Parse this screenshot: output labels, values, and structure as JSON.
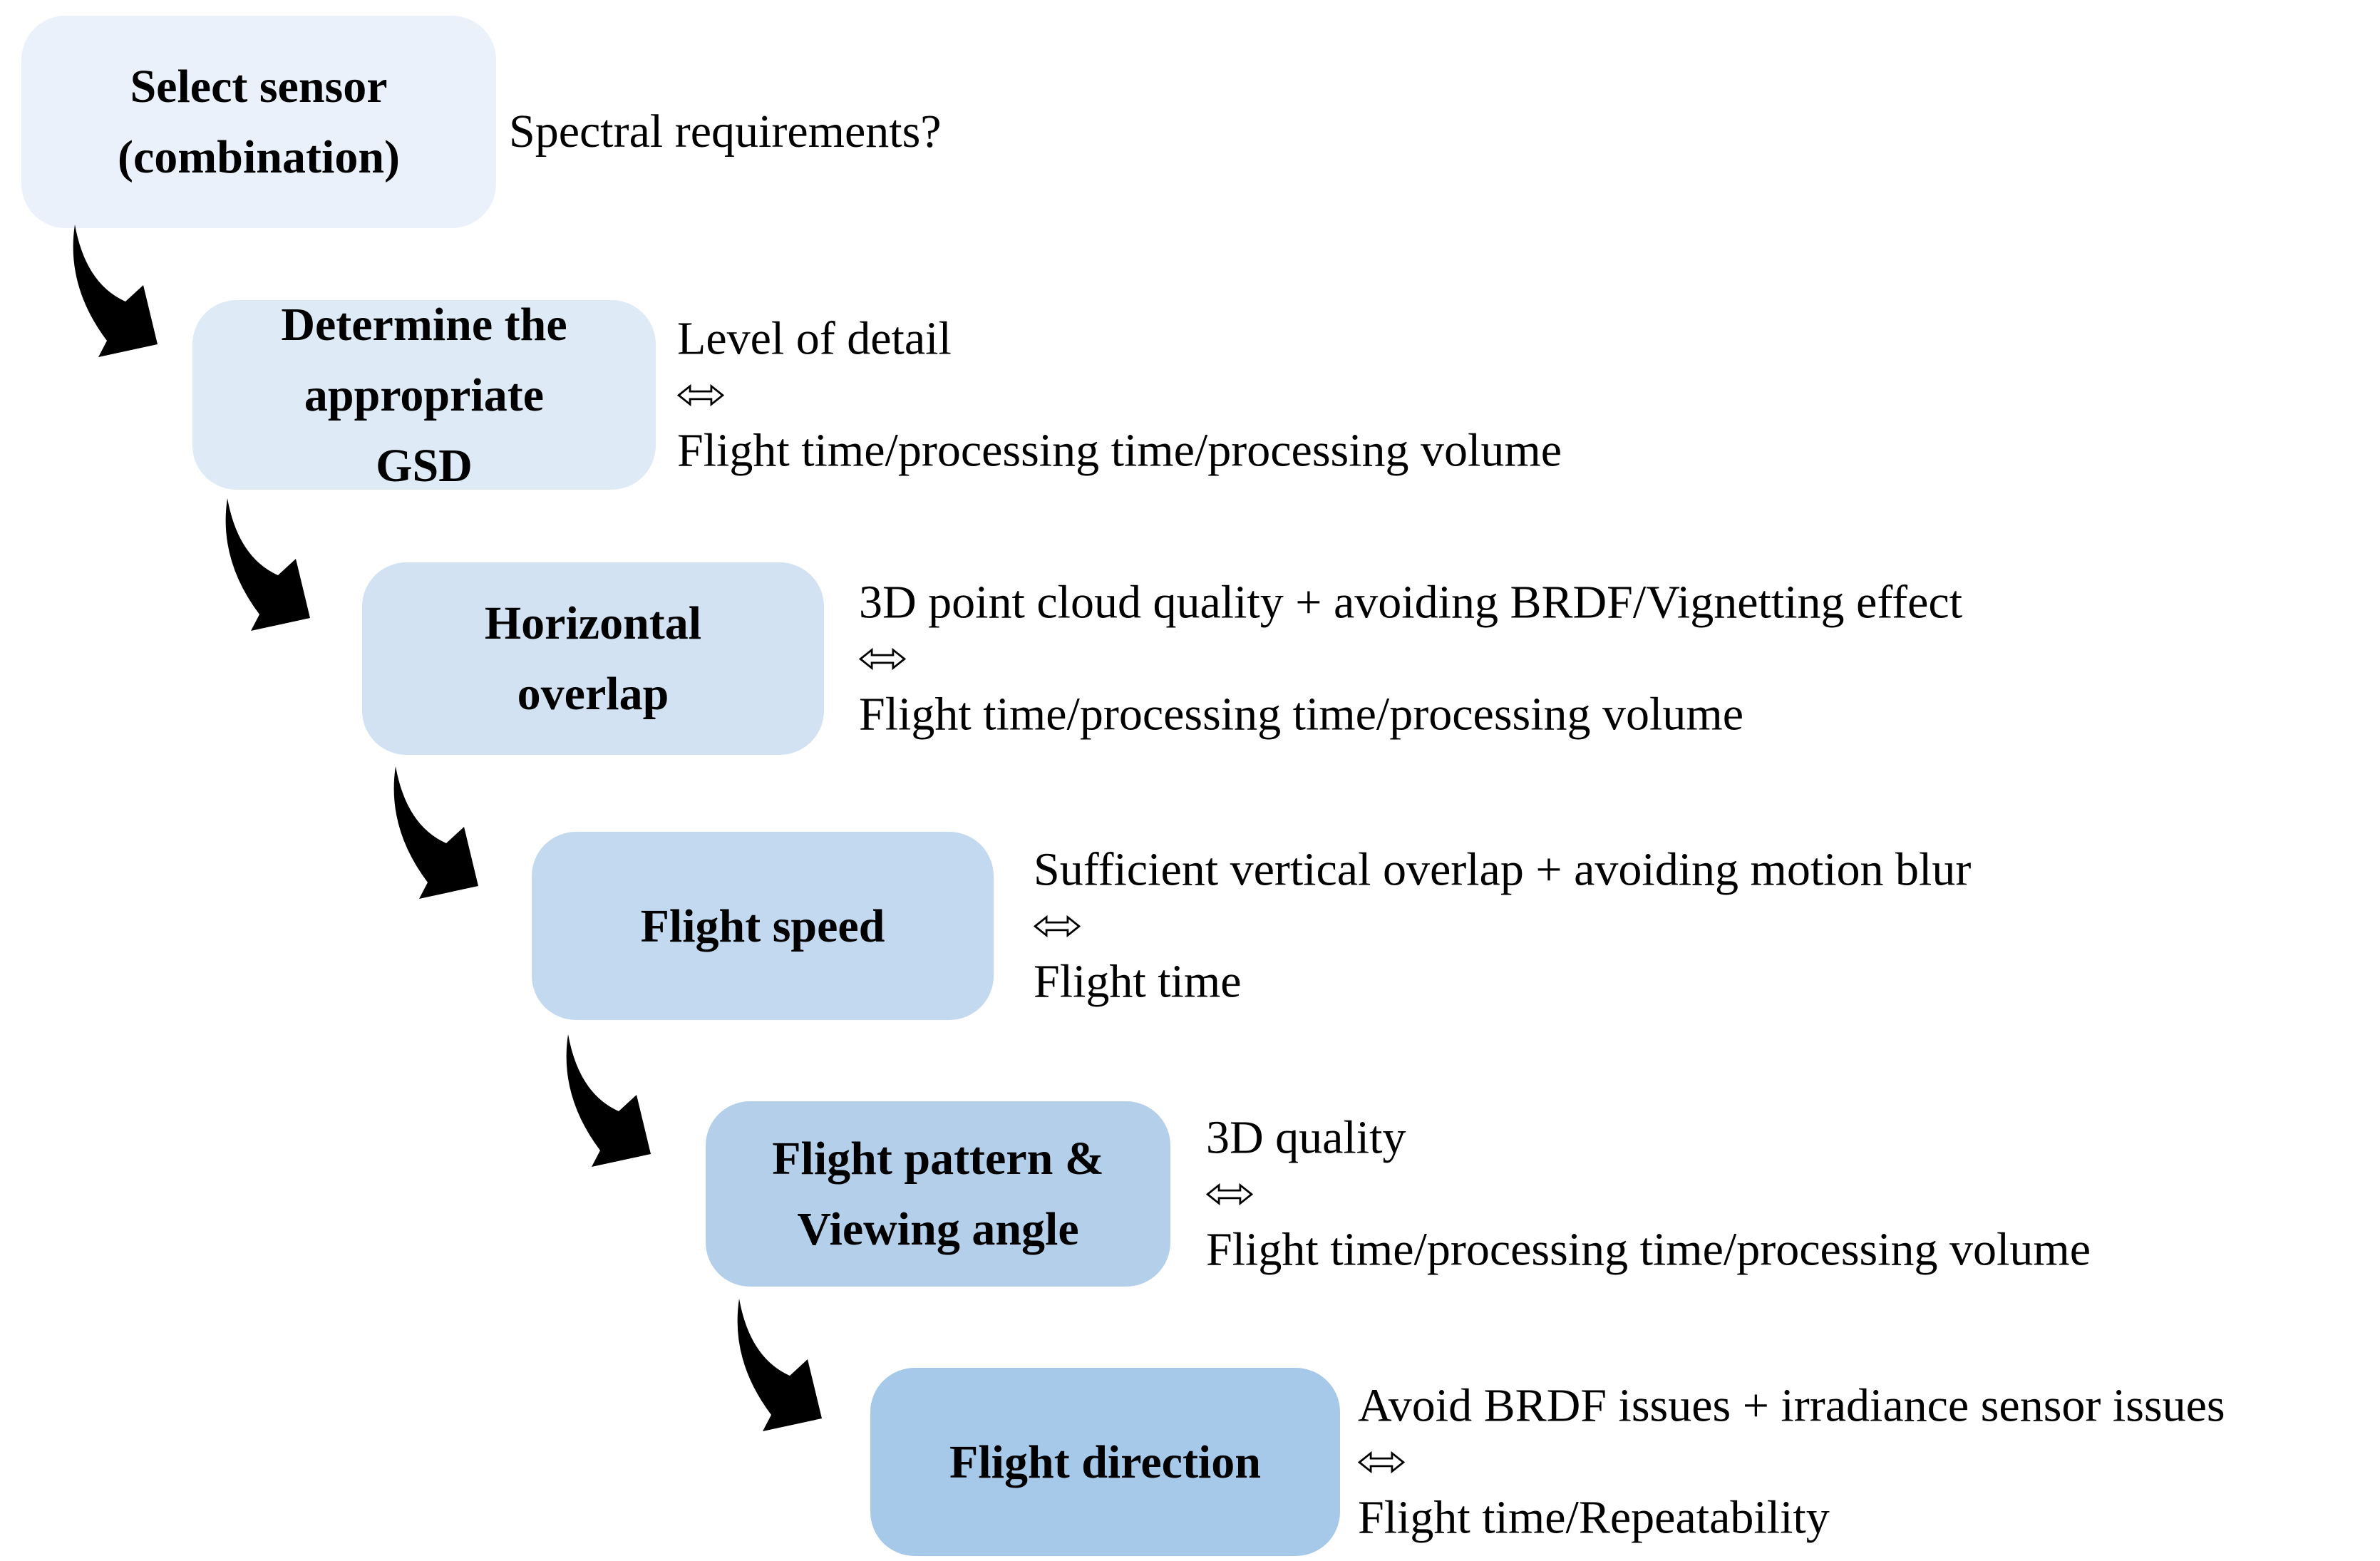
{
  "diagram": {
    "steps": [
      {
        "label": "Select sensor\n(combination)",
        "consideration": "Spectral requirements?",
        "tradeoff": ""
      },
      {
        "label": "Determine the\nappropriate\nGSD",
        "consideration": "Level of detail",
        "tradeoff": "Flight time/processing time/processing volume"
      },
      {
        "label": "Horizontal\noverlap",
        "consideration": "3D point cloud quality + avoiding BRDF/Vignetting effect",
        "tradeoff": "Flight time/processing time/processing volume"
      },
      {
        "label": "Flight speed",
        "consideration": "Sufficient vertical overlap + avoiding motion blur",
        "tradeoff": "Flight time"
      },
      {
        "label": "Flight pattern &\nViewing angle",
        "consideration": "3D quality",
        "tradeoff": "Flight time/processing time/processing volume"
      },
      {
        "label": "Flight direction",
        "consideration": "Avoid BRDF issues + irradiance sensor issues",
        "tradeoff": "Flight time/Repeatability"
      }
    ],
    "icons": {
      "tradeoff": "left-right-double-arrow-icon",
      "connector": "curved-swoosh-arrow-icon"
    },
    "colors": {
      "box_fills": [
        "#EBF1FA",
        "#DEEAF6",
        "#D2E2F2",
        "#C3D9EF",
        "#B3CFEA",
        "#A6C9EA"
      ],
      "arrow": "#000000",
      "text": "#000000",
      "background": "#FFFFFF"
    }
  }
}
